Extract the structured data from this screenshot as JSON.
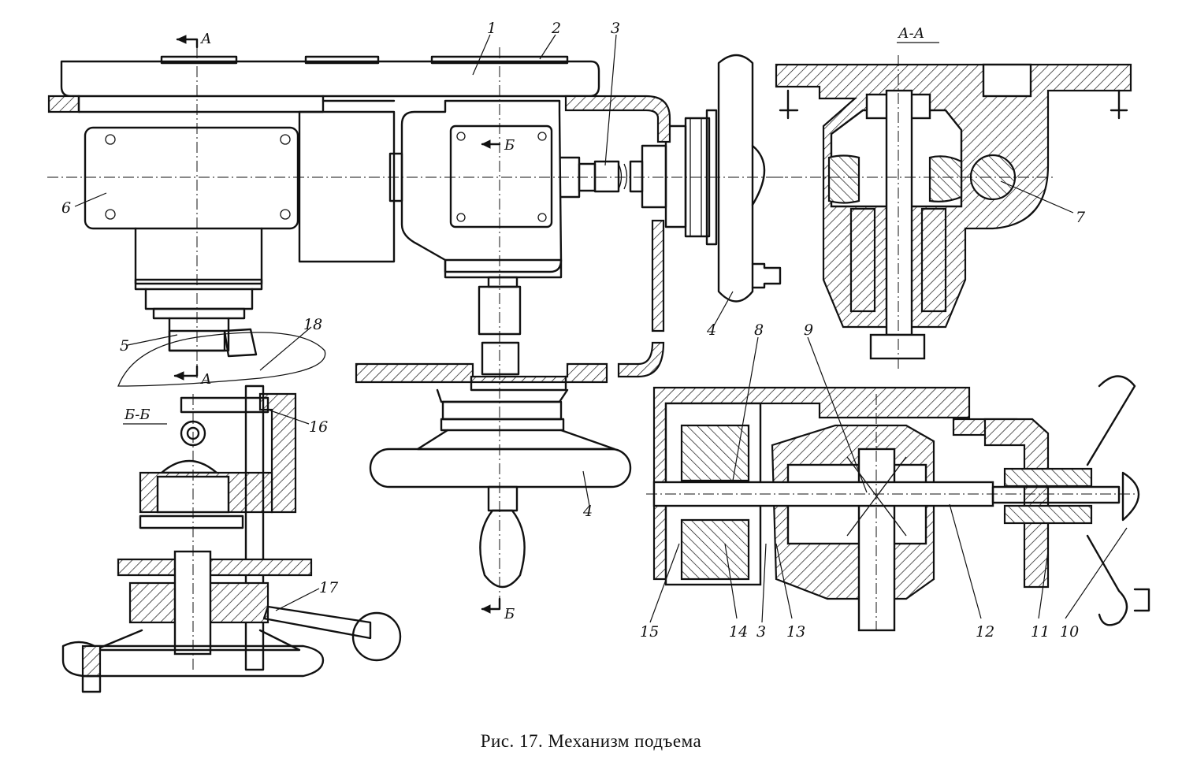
{
  "caption": "Рис. 17. Механизм подъема",
  "section_labels": {
    "a_top": "А",
    "a_bottom": "А",
    "b_top": "Б",
    "b_bottom": "Б",
    "aa_title": "А-А",
    "bb_title": "Б-Б"
  },
  "callouts": [
    "1",
    "2",
    "3",
    "4",
    "4",
    "5",
    "6",
    "7",
    "8",
    "9",
    "10",
    "11",
    "12",
    "13",
    "14",
    "3",
    "15",
    "16",
    "17",
    "18"
  ]
}
